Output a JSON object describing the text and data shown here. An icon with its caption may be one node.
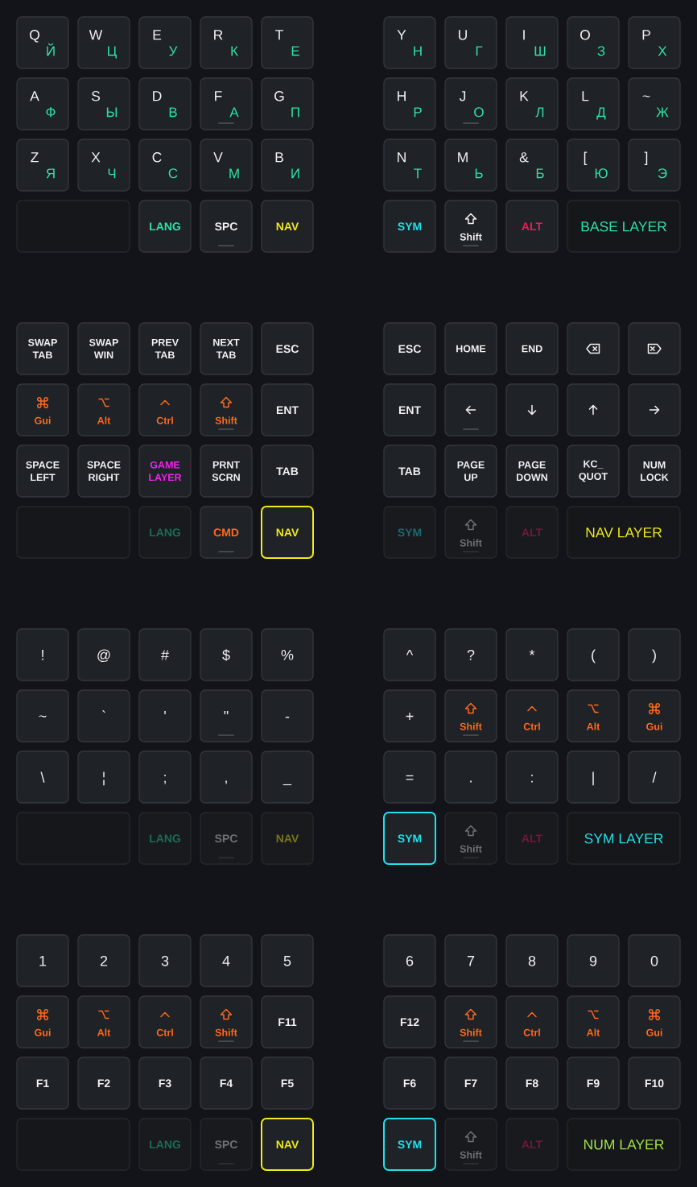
{
  "diagram": {
    "nodes": [
      {
        "text": [
          "Q",
          "Й"
        ]
      },
      {
        "text": [
          "W",
          "Ц"
        ]
      },
      {
        "text": [
          "E",
          "У"
        ]
      },
      {
        "text": [
          "R",
          "К"
        ]
      },
      {
        "text": [
          "T",
          "Е"
        ]
      },
      {
        "text": [
          "Y",
          "Н"
        ]
      },
      {
        "text": [
          "U",
          "Г"
        ]
      },
      {
        "text": [
          "I",
          "Ш"
        ]
      },
      {
        "text": [
          "O",
          "З"
        ]
      },
      {
        "text": [
          "P",
          "Х"
        ]
      },
      {
        "text": [
          "A",
          "Ф"
        ]
      },
      {
        "text": [
          "S",
          "Ы"
        ]
      },
      {
        "text": [
          "D",
          "В"
        ]
      },
      {
        "text": [
          "F",
          "А"
        ]
      },
      {
        "text": [
          "G",
          "П"
        ]
      },
      {
        "text": [
          "H",
          "Р"
        ]
      },
      {
        "text": [
          "J",
          "О"
        ]
      },
      {
        "text": [
          "K",
          "Л"
        ]
      },
      {
        "text": [
          "L",
          "Д"
        ]
      },
      {
        "text": [
          "~",
          "Ж"
        ]
      },
      {
        "text": [
          "Z",
          "Я"
        ]
      },
      {
        "text": [
          "X",
          "Ч"
        ]
      },
      {
        "text": [
          "C",
          "С"
        ]
      },
      {
        "text": [
          "V",
          "М"
        ]
      },
      {
        "text": [
          "B",
          "И"
        ]
      },
      {
        "text": [
          "N",
          "Т"
        ]
      },
      {
        "text": [
          "M",
          "Ь"
        ]
      },
      {
        "text": [
          "&",
          "Б"
        ]
      },
      {
        "text": [
          "[",
          "Ю"
        ]
      },
      {
        "text": [
          "]",
          "Э"
        ]
      },
      {
        "text": [],
        "shape": "box"
      },
      {
        "text": [
          "LANG"
        ]
      },
      {
        "text": [
          "SPC"
        ]
      },
      {
        "text": [
          "NAV"
        ]
      },
      {
        "text": [
          "SYM"
        ]
      },
      {
        "text": [
          "Shift"
        ]
      },
      {
        "text": [
          "ALT"
        ]
      },
      {
        "text": [
          "BASE LAYER"
        ]
      },
      {
        "text": [
          "SWAP TAB"
        ]
      },
      {
        "text": [
          "SWAP WIN"
        ]
      },
      {
        "text": [
          "PREV TAB"
        ]
      },
      {
        "text": [
          "NEXT TAB"
        ]
      },
      {
        "text": [
          "ESC"
        ]
      },
      {
        "text": [
          "ESC"
        ]
      },
      {
        "text": [
          "HOME"
        ]
      },
      {
        "text": [
          "END"
        ]
      },
      {
        "text": [],
        "shape": "box"
      },
      {
        "text": [],
        "shape": "box"
      },
      {
        "text": [
          "Gui"
        ]
      },
      {
        "text": [
          "Alt"
        ]
      },
      {
        "text": [
          "Ctrl"
        ]
      },
      {
        "text": [
          "Shift"
        ]
      },
      {
        "text": [
          "ENT"
        ]
      },
      {
        "text": [
          "ENT"
        ]
      },
      {
        "text": [],
        "shape": "box"
      },
      {
        "text": [],
        "shape": "box"
      },
      {
        "text": [],
        "shape": "box"
      },
      {
        "text": [],
        "shape": "box"
      },
      {
        "text": [
          "SPACE LEFT"
        ]
      },
      {
        "text": [
          "SPACE RIGHT"
        ]
      },
      {
        "text": [
          "GAME LAYER"
        ]
      },
      {
        "text": [
          "PRNT SCRN"
        ]
      },
      {
        "text": [
          "TAB"
        ]
      },
      {
        "text": [
          "TAB"
        ]
      },
      {
        "text": [
          "PAGE UP"
        ]
      },
      {
        "text": [
          "PAGE DOWN"
        ]
      },
      {
        "text": [
          "KC_ QUOT"
        ]
      },
      {
        "text": [
          "NUM LOCK"
        ]
      },
      {
        "text": [],
        "shape": "box"
      },
      {
        "text": [
          "LANG"
        ]
      },
      {
        "text": [
          "CMD"
        ]
      },
      {
        "text": [
          "NAV"
        ]
      },
      {
        "text": [
          "SYM"
        ]
      },
      {
        "text": [
          "Shift"
        ]
      },
      {
        "text": [
          "ALT"
        ]
      },
      {
        "text": [
          "NAV LAYER"
        ]
      },
      {
        "text": [
          "!"
        ]
      },
      {
        "text": [
          "@"
        ]
      },
      {
        "text": [
          "#"
        ]
      },
      {
        "text": [
          "$"
        ]
      },
      {
        "text": [
          "%"
        ]
      },
      {
        "text": [
          "^"
        ]
      },
      {
        "text": [
          "?"
        ]
      },
      {
        "text": [
          "*"
        ]
      },
      {
        "text": [
          "("
        ]
      },
      {
        "text": [
          ")"
        ]
      },
      {
        "text": [
          "~"
        ]
      },
      {
        "text": [
          "`"
        ]
      },
      {
        "text": [
          "'"
        ]
      },
      {
        "text": [
          "\""
        ]
      },
      {
        "text": [
          "-"
        ]
      },
      {
        "text": [
          "+"
        ]
      },
      {
        "text": [
          "Shift"
        ]
      },
      {
        "text": [
          "Ctrl"
        ]
      },
      {
        "text": [
          "Alt"
        ]
      },
      {
        "text": [
          "Gui"
        ]
      },
      {
        "text": [
          "\\"
        ]
      },
      {
        "text": [
          "¦"
        ]
      },
      {
        "text": [
          ";"
        ]
      },
      {
        "text": [
          ","
        ]
      },
      {
        "text": [
          "_"
        ]
      },
      {
        "text": [
          "="
        ]
      },
      {
        "text": [
          "."
        ]
      },
      {
        "text": [
          ":"
        ]
      },
      {
        "text": [
          "|"
        ]
      },
      {
        "text": [
          "/"
        ]
      },
      {
        "text": [],
        "shape": "box"
      },
      {
        "text": [
          "LANG"
        ]
      },
      {
        "text": [
          "SPC"
        ]
      },
      {
        "text": [
          "NAV"
        ]
      },
      {
        "text": [
          "SYM"
        ]
      },
      {
        "text": [
          "Shift"
        ]
      },
      {
        "text": [
          "ALT"
        ]
      },
      {
        "text": [
          "SYM LAYER"
        ]
      },
      {
        "text": [
          "1"
        ]
      },
      {
        "text": [
          "2"
        ]
      },
      {
        "text": [
          "3"
        ]
      },
      {
        "text": [
          "4"
        ]
      },
      {
        "text": [
          "5"
        ]
      },
      {
        "text": [
          "6"
        ]
      },
      {
        "text": [
          "7"
        ]
      },
      {
        "text": [
          "8"
        ]
      },
      {
        "text": [
          "9"
        ]
      },
      {
        "text": [
          "0"
        ]
      },
      {
        "text": [
          "Gui"
        ]
      },
      {
        "text": [
          "Alt"
        ]
      },
      {
        "text": [
          "Ctrl"
        ]
      },
      {
        "text": [
          "Shift"
        ]
      },
      {
        "text": [
          "F11"
        ]
      },
      {
        "text": [
          "F12"
        ]
      },
      {
        "text": [
          "Shift"
        ]
      },
      {
        "text": [
          "Ctrl"
        ]
      },
      {
        "text": [
          "Alt"
        ]
      },
      {
        "text": [
          "Gui"
        ]
      },
      {
        "text": [
          "F1"
        ]
      },
      {
        "text": [
          "F2"
        ]
      },
      {
        "text": [
          "F3"
        ]
      },
      {
        "text": [
          "F4"
        ]
      },
      {
        "text": [
          "F5"
        ]
      },
      {
        "text": [
          "F6"
        ]
      },
      {
        "text": [
          "F7"
        ]
      },
      {
        "text": [
          "F8"
        ]
      },
      {
        "text": [
          "F9"
        ]
      },
      {
        "text": [
          "F10"
        ]
      },
      {
        "text": [],
        "shape": "box"
      },
      {
        "text": [
          "LANG"
        ]
      },
      {
        "text": [
          "SPC"
        ]
      },
      {
        "text": [
          "NAV"
        ]
      },
      {
        "text": [
          "SYM"
        ]
      },
      {
        "text": [
          "Shift"
        ]
      },
      {
        "text": [
          "ALT"
        ]
      },
      {
        "text": [
          "NUM LAYER"
        ]
      }
    ]
  }
}
